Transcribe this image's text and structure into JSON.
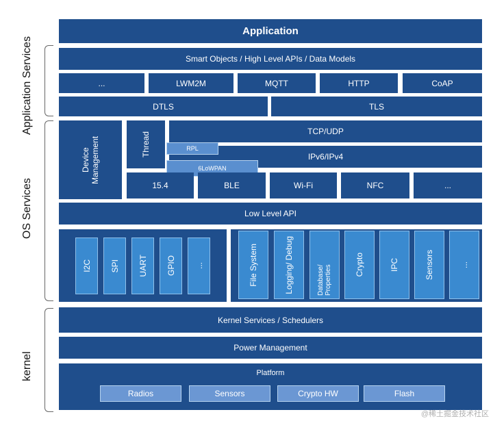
{
  "sidebar": {
    "app_services": "Application Services",
    "os_services": "OS Services",
    "kernel": "kernel"
  },
  "app": {
    "application": "Application",
    "smart_objects": "Smart Objects / High Level APIs / Data Models",
    "protocols": [
      "...",
      "LWM2M",
      "MQTT",
      "HTTP",
      "CoAP"
    ],
    "dtls": "DTLS",
    "tls": "TLS"
  },
  "os": {
    "device_management": "Device Management",
    "thread": "Thread",
    "tcp_udp": "TCP/UDP",
    "rpl": "RPL",
    "ipv6": "IPv6/IPv4",
    "lowpan": "6LoWPAN",
    "links": [
      "15.4",
      "BLE",
      "Wi-Fi",
      "NFC",
      "..."
    ],
    "low_level_api": "Low Level API",
    "drivers": [
      "I2C",
      "SPI",
      "UART",
      "GPIO",
      "..."
    ],
    "services": [
      "File System",
      "Logging/ Debug",
      "Database/ Properties",
      "Crypto",
      "IPC",
      "Sensors",
      "..."
    ]
  },
  "kernel": {
    "services": "Kernel Services / Schedulers",
    "power": "Power Management",
    "platform": "Platform",
    "platform_items": [
      "Radios",
      "Sensors",
      "Crypto HW",
      "Flash"
    ]
  },
  "watermark": "@稀土掘金技术社区"
}
